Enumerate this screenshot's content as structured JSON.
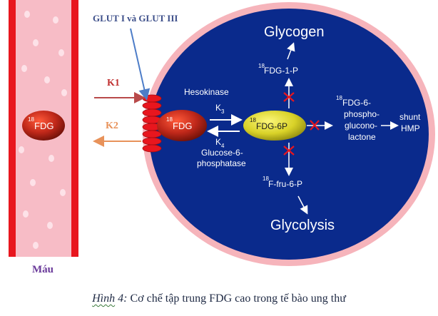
{
  "labels": {
    "glut": "GLUT I và GLUT III",
    "k1": "K1",
    "k2": "K2",
    "blood": "Máu",
    "fdg_blood_sup": "18",
    "fdg_blood": "FDG",
    "fdg_cell_sup": "18",
    "fdg_cell": "FDG",
    "fdg6p_sup": "18",
    "fdg6p": "FDG-6P",
    "hexokinase": "Hesokinase",
    "k3": "K",
    "k3_sub": "3",
    "k4": "K",
    "k4_sub": "4",
    "g6p_line1": "Glucose-6-",
    "g6p_line2": "phosphatase",
    "glycogen": "Glycogen",
    "fdg1p_sup": "18",
    "fdg1p": "FDG-1-P",
    "lactone_line1_sup": "18",
    "lactone_line1": "FDG-6-",
    "lactone_line2": "phospho-",
    "lactone_line3": "glucono-",
    "lactone_line4": "lactone",
    "shunt_line1": "shunt",
    "shunt_line2": "HMP",
    "ffru_sup": "18",
    "ffru": "F-fru-6-P",
    "glycolysis": "Glycolysis"
  },
  "caption": {
    "figure": "Hình",
    "number": " 4:",
    "text": " Cơ chế tập trung FDG cao trong tế bào ung thư"
  },
  "colors": {
    "vessel_wall": "#e8161e",
    "vessel_fill": "#f7bcc6",
    "cell_membrane": "#f6b4bb",
    "cytoplasm": "#0a2a8c",
    "fdg_ball": "#c0281a",
    "fdg6p_ball": "#d9d228",
    "inhibit_x": "#e8161e",
    "glut_label": "#3d4f8a",
    "k1_arrow": "#b84a4a",
    "k2_arrow": "#e8925a",
    "blood_label": "#6a3a9a"
  },
  "icons": {
    "transporter": "glut-transporter-icon",
    "inhibit": "inhibit-x-icon"
  }
}
